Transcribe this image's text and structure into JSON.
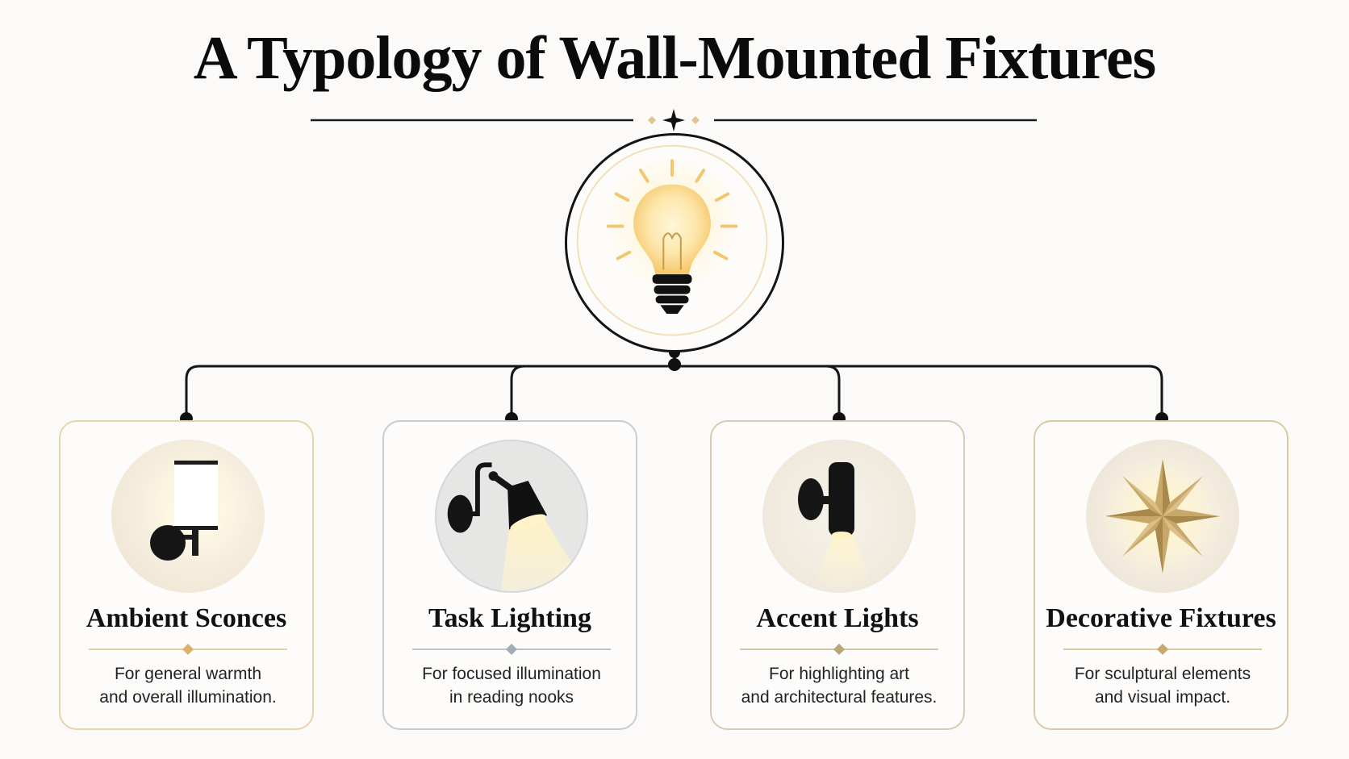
{
  "title": "A Typology of Wall-Mounted Fixtures",
  "hub": {
    "icon": "light-bulb-icon"
  },
  "categories": [
    {
      "title": "Ambient Sconces",
      "description": [
        "For general warmth",
        "and overall illumination."
      ],
      "icon": "cylinder-sconce-icon",
      "accent": "#d9b36a"
    },
    {
      "title": "Task Lighting",
      "description": [
        "For focused illumination",
        "in reading nooks"
      ],
      "icon": "swing-arm-lamp-icon",
      "accent": "#a9b0bb"
    },
    {
      "title": "Accent Lights",
      "description": [
        "For highlighting art",
        "and architectural features."
      ],
      "icon": "spotlight-icon",
      "accent": "#b8a67a"
    },
    {
      "title": "Decorative Fixtures",
      "description": [
        "For sculptural elements",
        "and visual impact."
      ],
      "icon": "star-fixture-icon",
      "accent": "#c7a86e"
    }
  ]
}
